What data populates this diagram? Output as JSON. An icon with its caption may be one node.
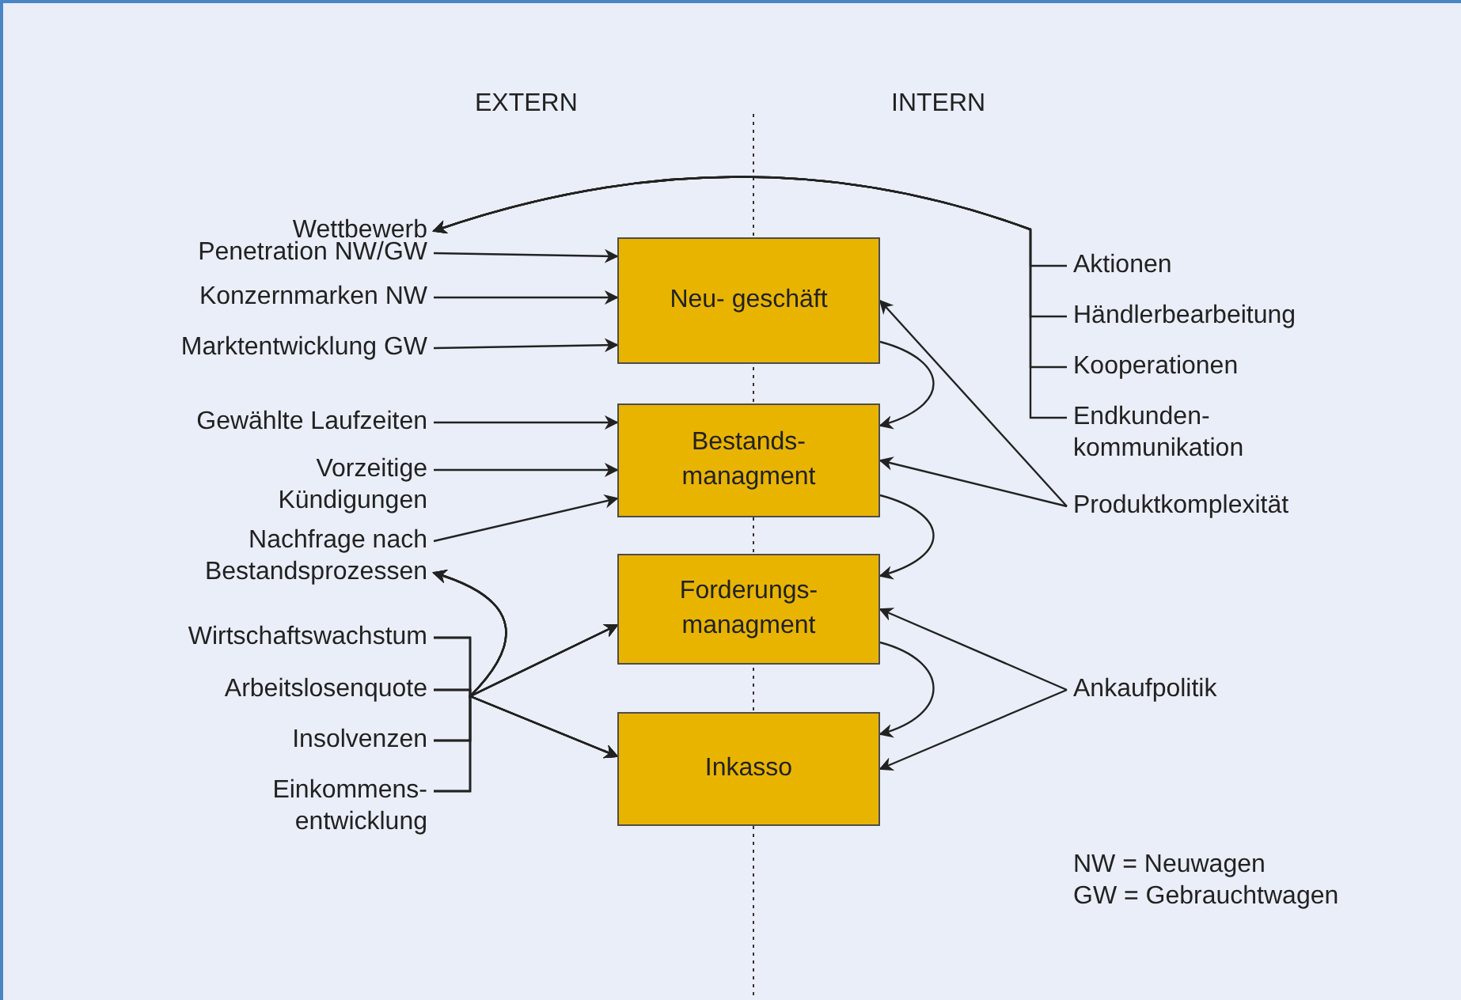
{
  "diagram": {
    "nodes": [
      {
        "text": [
          "Neu- geschäft"
        ]
      },
      {
        "text": [
          "Bestands- managment"
        ]
      },
      {
        "text": [
          "Forderungs- managment"
        ]
      },
      {
        "text": [
          "Inkasso"
        ]
      },
      {
        "text": [
          "Wettbewerb"
        ]
      },
      {
        "text": [
          "Penetration NW/GW"
        ]
      },
      {
        "text": [
          "Konzernmarken NW"
        ]
      },
      {
        "text": [
          "Marktentwicklung GW"
        ]
      },
      {
        "text": [
          "Gewählte Laufzeiten"
        ]
      },
      {
        "text": [
          "Vorzeitige Kündigungen"
        ]
      },
      {
        "text": [
          "Nachfrage nach Bestandsprozessen"
        ]
      },
      {
        "text": [
          "Wirtschaftswachstum"
        ]
      },
      {
        "text": [
          "Arbeitslosenquote"
        ]
      },
      {
        "text": [
          "Insolvenzen"
        ]
      },
      {
        "text": [
          "Einkommens- entwicklung"
        ]
      },
      {
        "text": [
          "Aktionen"
        ]
      },
      {
        "text": [
          "Händlerbearbeitung"
        ]
      },
      {
        "text": [
          "Kooperationen"
        ]
      },
      {
        "text": [
          "Endkunden- kommunikation"
        ]
      },
      {
        "text": [
          "Produktkomplexität"
        ]
      },
      {
        "text": [
          "Ankaufpolitik"
        ]
      }
    ],
    "edges": [
      {
        "from": 5,
        "to": 0,
        "arrow": "to"
      },
      {
        "from": 6,
        "to": 0,
        "arrow": "to"
      },
      {
        "from": 7,
        "to": 0,
        "arrow": "to"
      },
      {
        "from": 8,
        "to": 1,
        "arrow": "to"
      },
      {
        "from": 9,
        "to": 1,
        "arrow": "to"
      },
      {
        "from": 10,
        "to": 1,
        "arrow": "to"
      },
      {
        "from": 0,
        "to": 1,
        "arrow": "to"
      },
      {
        "from": 1,
        "to": 2,
        "arrow": "to"
      },
      {
        "from": 2,
        "to": 3,
        "arrow": "to"
      },
      {
        "from": 15,
        "to": 4,
        "arrow": "to"
      },
      {
        "from": 16,
        "to": 4,
        "arrow": "to"
      },
      {
        "from": 17,
        "to": 4,
        "arrow": "to"
      },
      {
        "from": 18,
        "to": 4,
        "arrow": "to"
      },
      {
        "from": 19,
        "to": 0,
        "arrow": "to"
      },
      {
        "from": 19,
        "to": 1,
        "arrow": "to"
      },
      {
        "from": 20,
        "to": 2,
        "arrow": "to"
      },
      {
        "from": 20,
        "to": 3,
        "arrow": "to"
      },
      {
        "from": 11,
        "to": 10,
        "arrow": "to"
      },
      {
        "from": 11,
        "to": 2,
        "arrow": "to"
      },
      {
        "from": 11,
        "to": 3,
        "arrow": "to"
      },
      {
        "from": 12,
        "to": 10,
        "arrow": "to"
      },
      {
        "from": 12,
        "to": 2,
        "arrow": "to"
      },
      {
        "from": 12,
        "to": 3,
        "arrow": "to"
      },
      {
        "from": 13,
        "to": 10,
        "arrow": "to"
      },
      {
        "from": 13,
        "to": 2,
        "arrow": "to"
      },
      {
        "from": 13,
        "to": 3,
        "arrow": "to"
      },
      {
        "from": 14,
        "to": 10,
        "arrow": "to"
      },
      {
        "from": 14,
        "to": 2,
        "arrow": "to"
      },
      {
        "from": 14,
        "to": 3,
        "arrow": "to"
      }
    ],
    "labels": [
      "EXTERN",
      "INTERN",
      "NW = Neuwagen",
      "GW = Gebrauchtwagen"
    ]
  }
}
